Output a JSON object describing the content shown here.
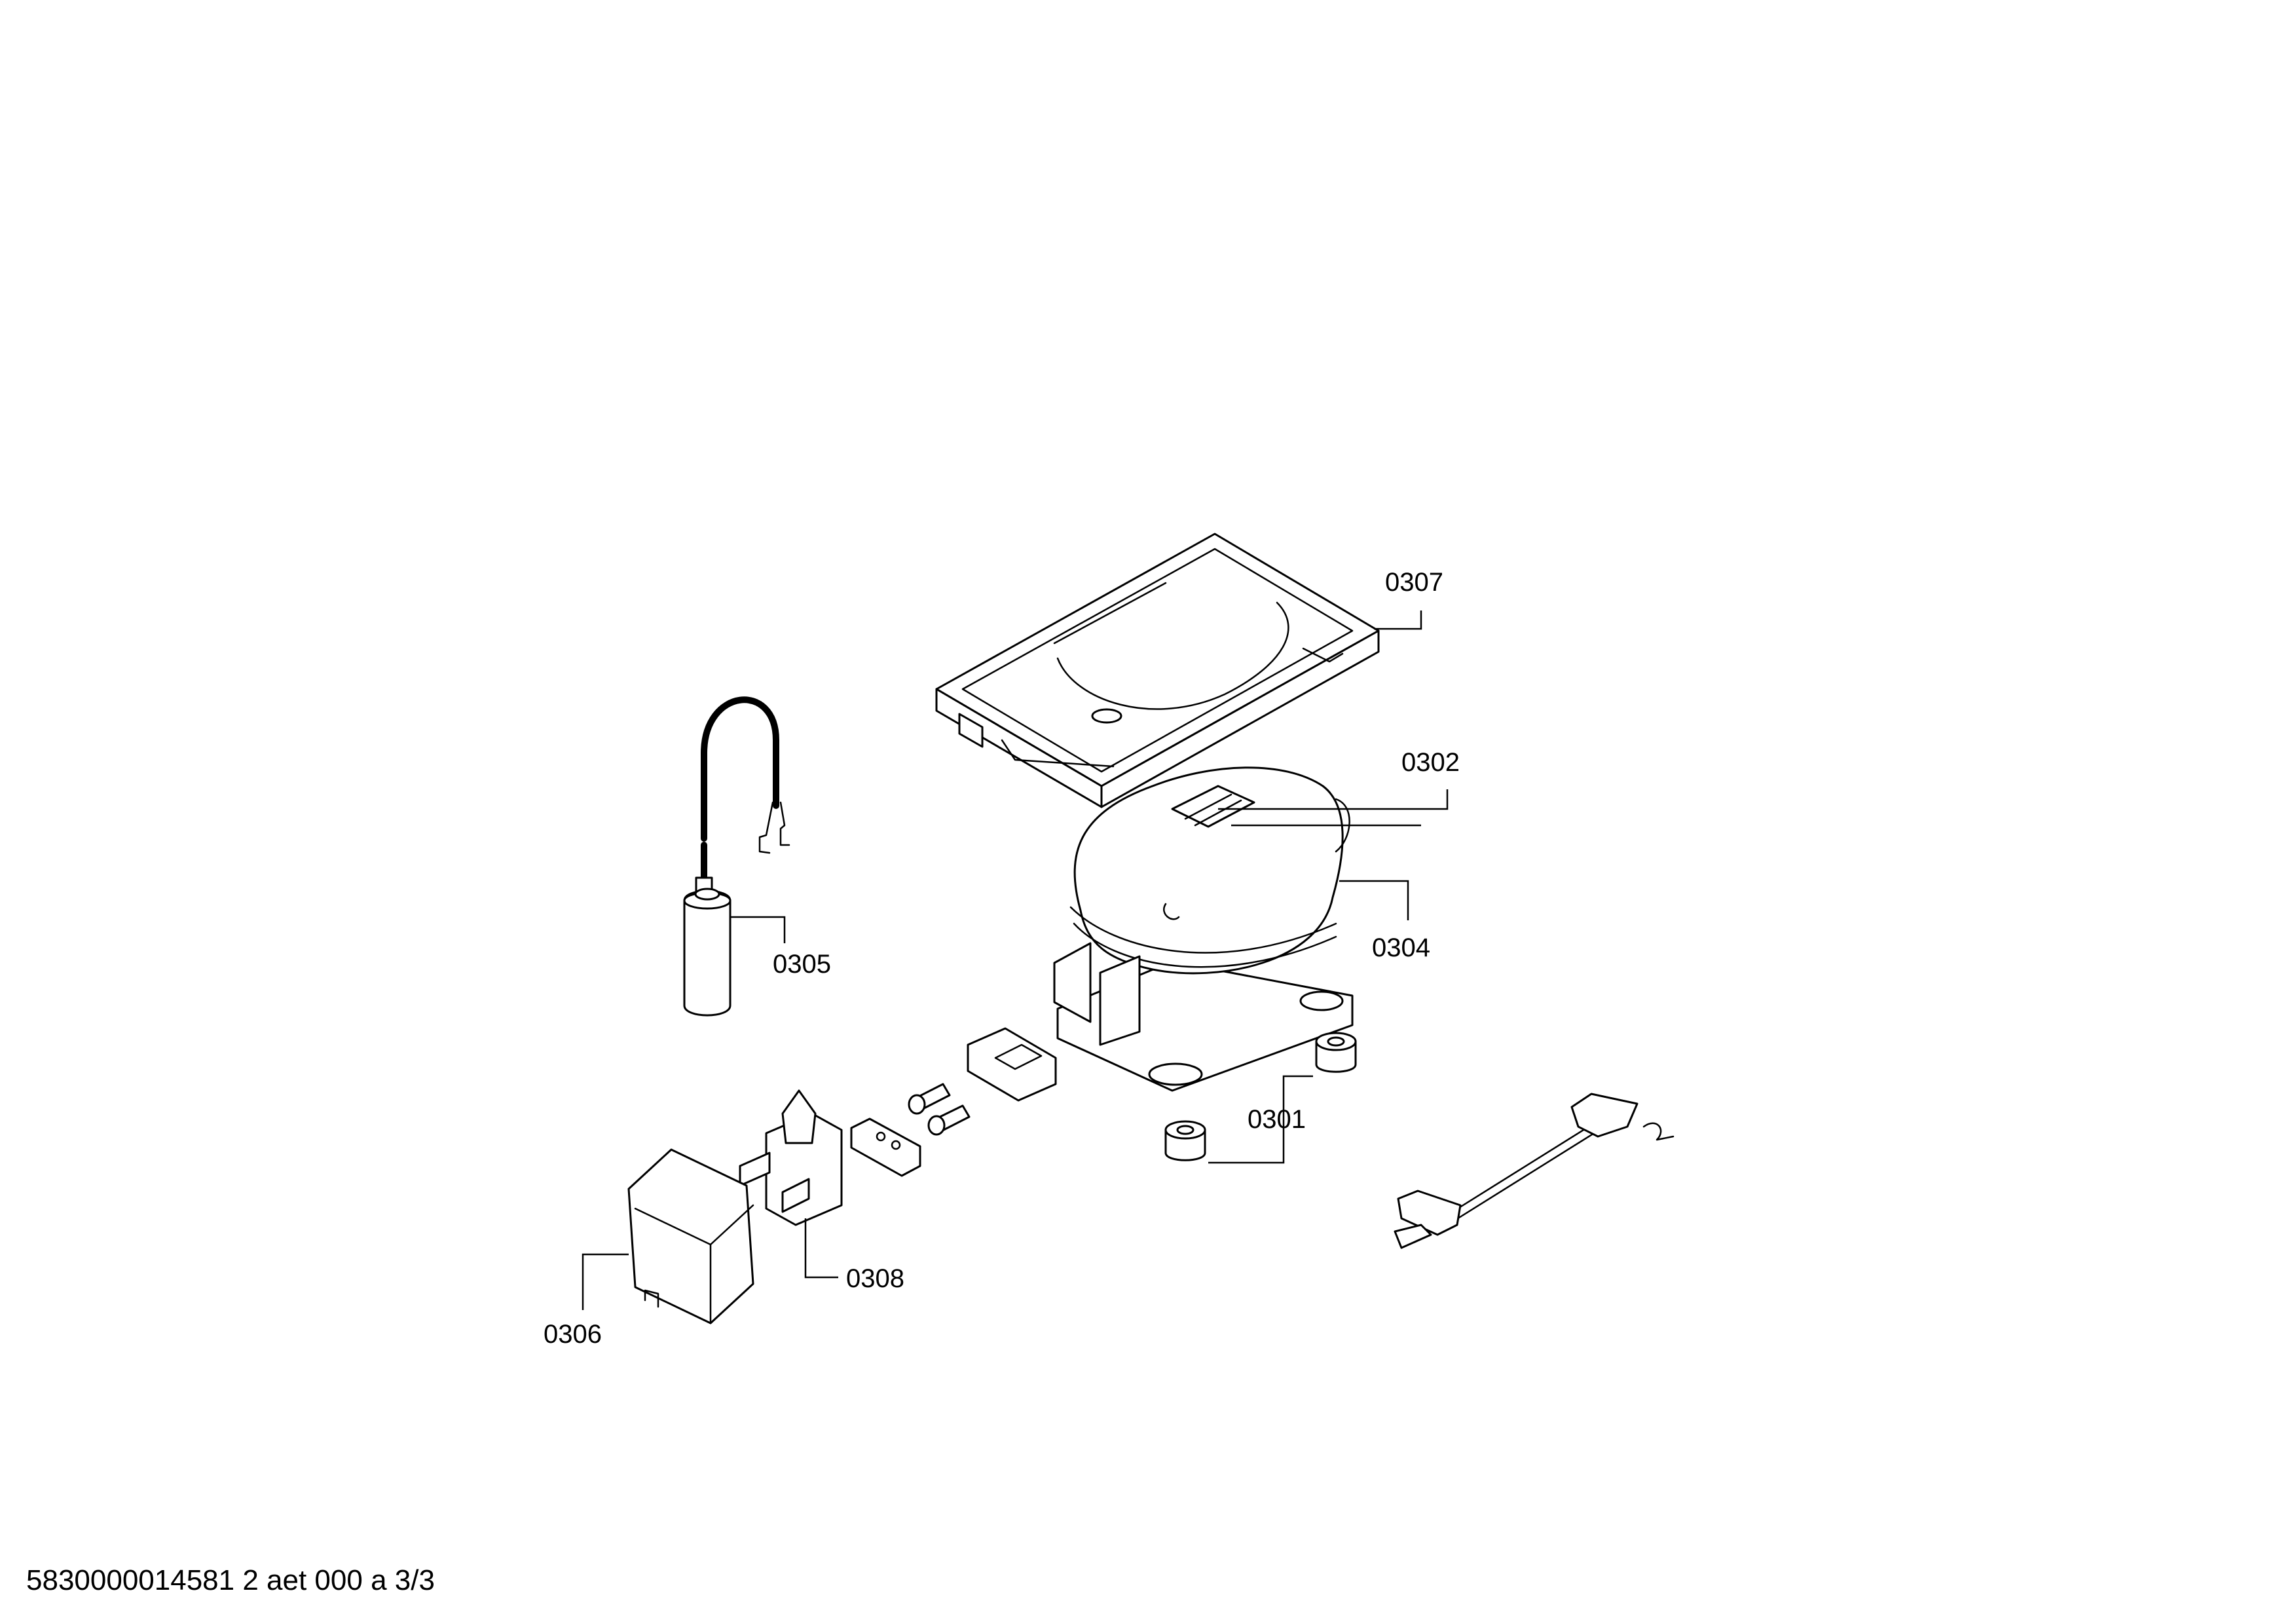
{
  "labels": {
    "p0307": "0307",
    "p0302": "0302",
    "p0304": "0304",
    "p0305": "0305",
    "p0301": "0301",
    "p0308": "0308",
    "p0306": "0306"
  },
  "footer": "5830000014581 2 aet 000 a 3/3"
}
